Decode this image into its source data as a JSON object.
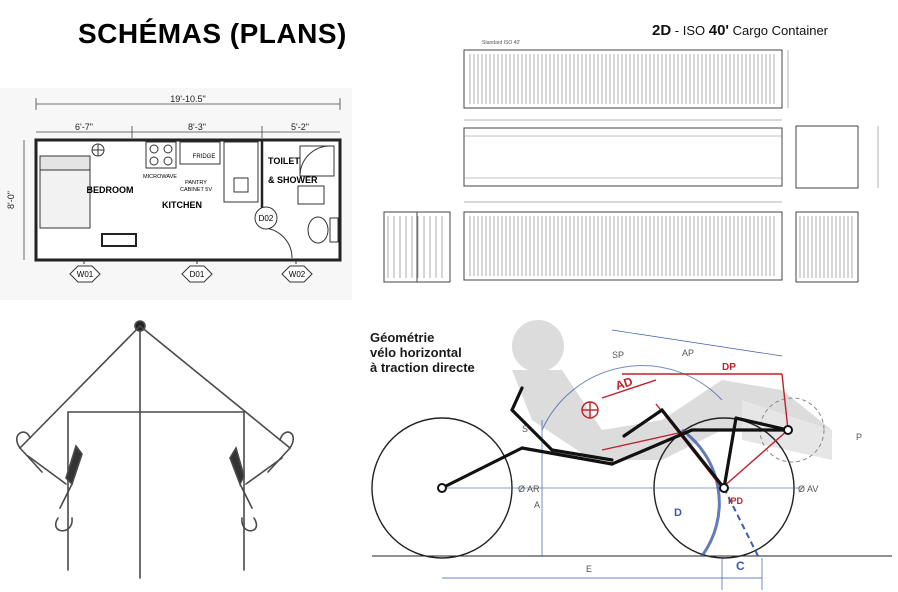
{
  "header": {
    "title": "SCHÉMAS (PLANS)"
  },
  "floor_plan": {
    "total_width": "19'-10.5\"",
    "segments": [
      "6'-7\"",
      "8'-3\"",
      "5'-2\""
    ],
    "height": "8'-0\"",
    "rooms": {
      "bedroom": "BEDROOM",
      "kitchen": "KITCHEN",
      "toilet": "TOILET",
      "shower": "& SHOWER"
    },
    "fixtures": {
      "fridge": "FRIDGE",
      "microwave": "MICROWAVE",
      "pantry_1": "PANTRY",
      "pantry_2": "CABINET 5V"
    },
    "doors": [
      "W01",
      "D01",
      "W02",
      "D02"
    ]
  },
  "container": {
    "title_prefix": "2D",
    "title_iso": " - ISO ",
    "title_size": "40'",
    "title_suffix": " Cargo Container",
    "note": "Standard  ISO 40'"
  },
  "geometry": {
    "title_lines": [
      "Géométrie",
      "vélo horizontal",
      "à traction directe"
    ],
    "labels": {
      "sp": "SP",
      "ap": "AP",
      "ad": "AD",
      "dp": "DP",
      "s": "S",
      "p": "P",
      "ar": "Ø AR",
      "av": "Ø AV",
      "a": "A",
      "d": "D",
      "ipd": "IPD",
      "e": "E",
      "c": "C"
    }
  },
  "colors": {
    "accent_red": "#c21f2b",
    "accent_blue": "#3b5aa8",
    "gray": "#9a9a9a"
  }
}
